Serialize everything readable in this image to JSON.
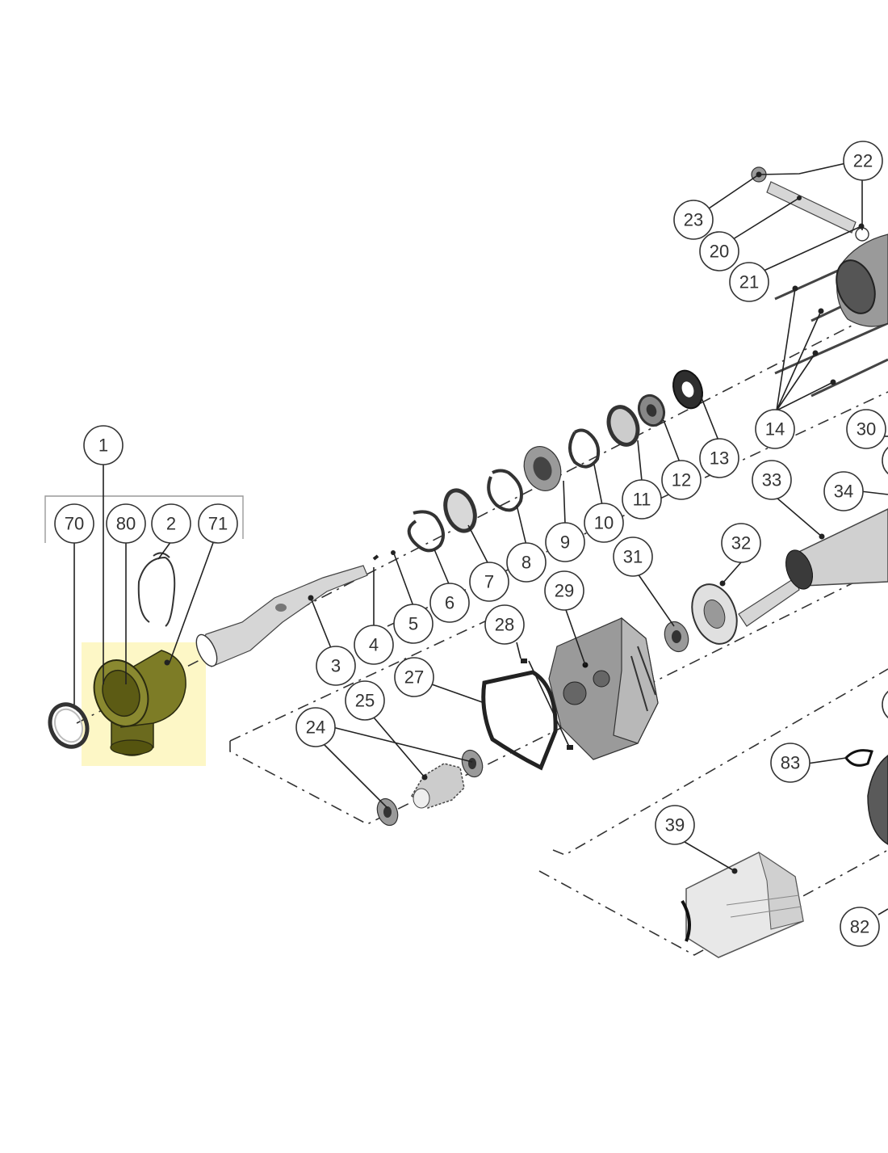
{
  "diagram": {
    "highlight_color": "#fdf7c6",
    "highlight_part_color": "#6b6a1e",
    "line_color": "#333333",
    "callouts": [
      {
        "id": "c1",
        "label": "1"
      },
      {
        "id": "c70",
        "label": "70"
      },
      {
        "id": "c80",
        "label": "80"
      },
      {
        "id": "c2",
        "label": "2"
      },
      {
        "id": "c71",
        "label": "71"
      },
      {
        "id": "c3",
        "label": "3"
      },
      {
        "id": "c4",
        "label": "4"
      },
      {
        "id": "c5",
        "label": "5"
      },
      {
        "id": "c6",
        "label": "6"
      },
      {
        "id": "c7",
        "label": "7"
      },
      {
        "id": "c8",
        "label": "8"
      },
      {
        "id": "c9",
        "label": "9"
      },
      {
        "id": "c10",
        "label": "10"
      },
      {
        "id": "c11",
        "label": "11"
      },
      {
        "id": "c12",
        "label": "12"
      },
      {
        "id": "c13",
        "label": "13"
      },
      {
        "id": "c14",
        "label": "14"
      },
      {
        "id": "c20",
        "label": "20"
      },
      {
        "id": "c21",
        "label": "21"
      },
      {
        "id": "c22",
        "label": "22"
      },
      {
        "id": "c23",
        "label": "23"
      },
      {
        "id": "c24",
        "label": "24"
      },
      {
        "id": "c25",
        "label": "25"
      },
      {
        "id": "c27",
        "label": "27"
      },
      {
        "id": "c28",
        "label": "28"
      },
      {
        "id": "c29",
        "label": "29"
      },
      {
        "id": "c30",
        "label": "30"
      },
      {
        "id": "c31",
        "label": "31"
      },
      {
        "id": "c32",
        "label": "32"
      },
      {
        "id": "c33",
        "label": "33"
      },
      {
        "id": "c34",
        "label": "34"
      },
      {
        "id": "c39",
        "label": "39"
      },
      {
        "id": "c82",
        "label": "82"
      },
      {
        "id": "c83",
        "label": "83"
      }
    ]
  }
}
